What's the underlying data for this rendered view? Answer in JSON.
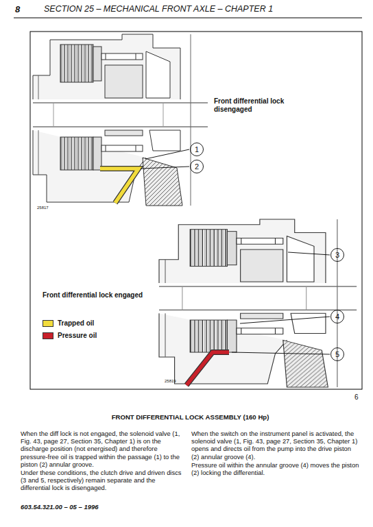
{
  "diagram": {
    "title": "FRONT DIFFERENTIAL LOCK ASSEMBLY (160 Hp)",
    "labels": [
      "8",
      "SECTION 25 – MECHANICAL FRONT AXLE – CHAPTER 1",
      "Front differential lock disengaged",
      "1",
      "2",
      "25817",
      "3",
      "Front differential lock engaged",
      "4",
      "5",
      "25819",
      "6",
      "When the diff lock is not engaged, the solenoid valve (1, Fig. 43, page 27, Section 35, Chapter 1) is on the discharge position (not energised) and therefore pressure-free oil is trapped within the passage (1) to the piston (2) annular groove.",
      "Under these conditions, the clutch drive and driven discs (3 and 5, respectively) remain separate and the differential lock is disengaged.",
      "When the switch on the instrument panel is activated, the solenoid valve (1, Fig. 43, page 27, Section 35, Chapter 1) opens and directs oil from the pump into the drive piston (2) annular groove (4).",
      "Pressure oil within the annular groove (4) moves the piston (2) locking the differential.",
      "603.54.321.00 – 05 – 1996"
    ],
    "legend": [
      {
        "text": "Trapped oil",
        "color": "#f2dc3c"
      },
      {
        "text": "Pressure oil",
        "color": "#c8202a"
      }
    ]
  }
}
